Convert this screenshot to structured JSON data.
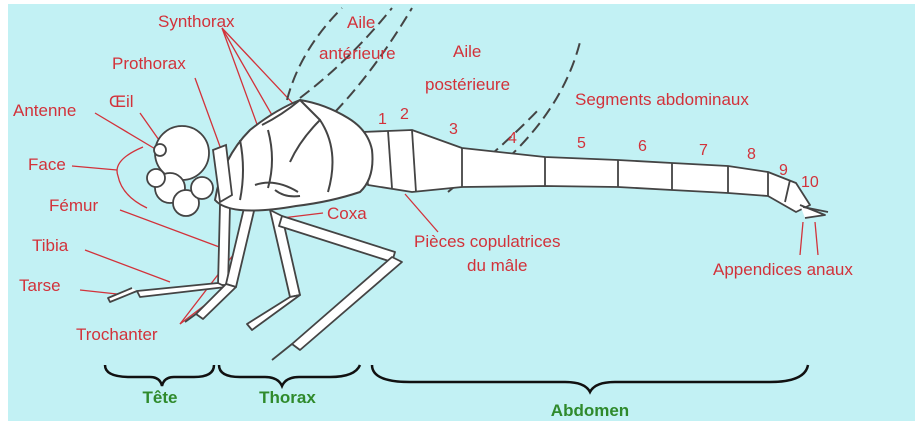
{
  "labels": {
    "synthorax": "Synthorax",
    "aile_anterieure_1": "Aile",
    "aile_anterieure_2": "antérieure",
    "aile_posterieure_1": "Aile",
    "aile_posterieure_2": "postérieure",
    "prothorax": "Prothorax",
    "oeil": "Œil",
    "antenne": "Antenne",
    "segments_abdominaux": "Segments  abdominaux",
    "face": "Face",
    "femur": "Fémur",
    "coxa": "Coxa",
    "pieces_copulatrices_1": "Pièces copulatrices",
    "pieces_copulatrices_2": "du mâle",
    "tibia": "Tibia",
    "tarse": "Tarse",
    "appendices_anaux": "Appendices anaux",
    "trochanter": "Trochanter"
  },
  "segment_numbers": [
    "1",
    "2",
    "3",
    "4",
    "5",
    "6",
    "7",
    "8",
    "9",
    "10"
  ],
  "regions": {
    "tete": "Tête",
    "thorax": "Thorax",
    "abdomen": "Abdomen"
  },
  "colors": {
    "background": "#c2f1f4",
    "label_red": "#d2323a",
    "region_green": "#2f8a2c",
    "outline": "#3a3a3a",
    "body_fill": "#ffffff"
  }
}
